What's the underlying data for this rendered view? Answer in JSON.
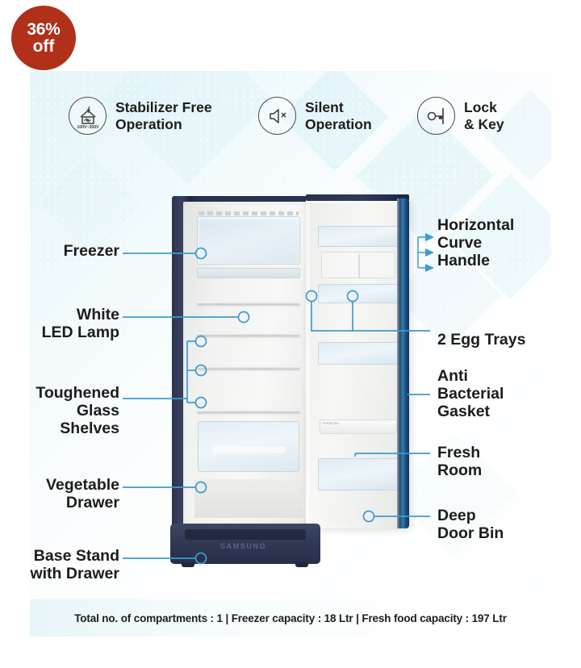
{
  "badge": {
    "percent": "36%",
    "off": "off"
  },
  "features": [
    {
      "label": "Stabilizer Free\nOperation",
      "icon": "voltage-house-icon",
      "icon_text": "100V~300V"
    },
    {
      "label": "Silent\nOperation",
      "icon": "muted-speaker-icon",
      "icon_text": ""
    },
    {
      "label": "Lock\n& Key",
      "icon": "key-icon",
      "icon_text": ""
    }
  ],
  "callouts_left": [
    {
      "label": "Freezer",
      "name": "callout-freezer"
    },
    {
      "label": "White\nLED Lamp",
      "name": "callout-white-led-lamp"
    },
    {
      "label": "Toughened\nGlass\nShelves",
      "name": "callout-toughened-glass-shelves"
    },
    {
      "label": "Vegetable\nDrawer",
      "name": "callout-vegetable-drawer"
    },
    {
      "label": "Base Stand\nwith Drawer",
      "name": "callout-base-stand-with-drawer"
    }
  ],
  "callouts_right": [
    {
      "label": "Horizontal\nCurve\nHandle",
      "name": "callout-horizontal-curve-handle"
    },
    {
      "label": "2 Egg Trays",
      "name": "callout-2-egg-trays"
    },
    {
      "label": "Anti\nBacterial\nGasket",
      "name": "callout-anti-bacterial-gasket"
    },
    {
      "label": "Fresh\nRoom",
      "name": "callout-fresh-room"
    },
    {
      "label": "Deep\nDoor Bin",
      "name": "callout-deep-door-bin"
    }
  ],
  "product": {
    "brand": "SAMSUNG",
    "fresh_room_label": "Fresh Ro"
  },
  "spec_bar": {
    "text": "Total no. of compartments : 1 | Freezer capacity : 18 Ltr | Fresh food capacity : 197 Ltr"
  },
  "colors": {
    "badge": "#b0301a",
    "callout_line": "#3f9ad0",
    "text": "#1c1c1c",
    "panel_tint": "#e4f4f7"
  }
}
